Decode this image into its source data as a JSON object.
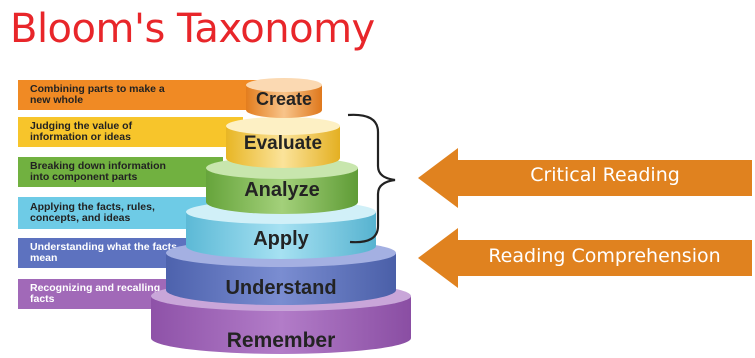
{
  "title": "Bloom's Taxonomy",
  "levels": [
    {
      "name": "Create",
      "description": "Combining parts to make a new whole",
      "color": "#f08a24"
    },
    {
      "name": "Evaluate",
      "description": "Judging the value of information or ideas",
      "color": "#f7c52b"
    },
    {
      "name": "Analyze",
      "description": "Breaking down information into component parts",
      "color": "#71b140"
    },
    {
      "name": "Apply",
      "description": "Applying the facts, rules, concepts, and ideas",
      "color": "#6ecbe6"
    },
    {
      "name": "Understand",
      "description": "Understanding what the facts mean",
      "color": "#5d72bf"
    },
    {
      "name": "Remember",
      "description": "Recognizing and recalling facts",
      "color": "#a169b8"
    }
  ],
  "arrows": [
    {
      "label": "Critical Reading",
      "color": "#e0821f"
    },
    {
      "label": "Reading Comprehension",
      "color": "#e0821f"
    }
  ]
}
